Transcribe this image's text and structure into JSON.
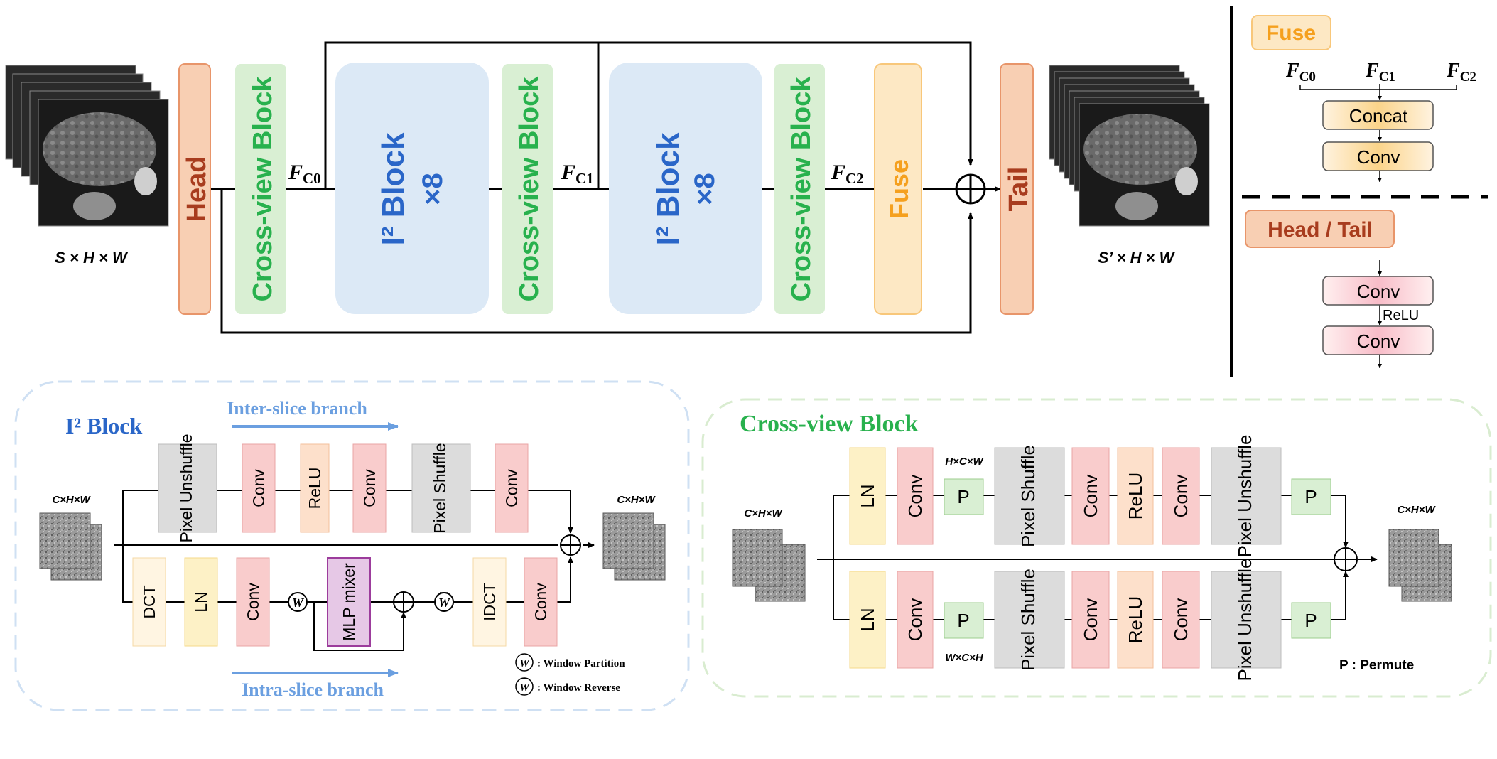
{
  "top": {
    "head_label": "Head",
    "tail_label": "Tail",
    "cross_view_label": "Cross-view Block",
    "i2_block_label": "I² Block",
    "i2_block_repeat": "×8",
    "fuse_label": "Fuse",
    "fc0": "F",
    "fc0_sub": "C0",
    "fc1": "F",
    "fc1_sub": "C1",
    "fc2": "F",
    "fc2_sub": "C2",
    "input_dims": "S × H × W",
    "output_dims": "S’ × H × W"
  },
  "legend": {
    "fuse_title": "Fuse",
    "fc0": "F",
    "fc0_sub": "C0",
    "fc1": "F",
    "fc1_sub": "C1",
    "fc2": "F",
    "fc2_sub": "C2",
    "concat": "Concat",
    "conv": "Conv",
    "headtail_title": "Head / Tail",
    "relu": "ReLU"
  },
  "i2": {
    "title": "I² Block",
    "inter_branch": "Inter-slice branch",
    "intra_branch": "Intra-slice branch",
    "dims_in": "C×H×W",
    "dims_out": "C×H×W",
    "inter_blocks": [
      "Pixel Unshuffle",
      "Conv",
      "ReLU",
      "Conv",
      "Pixel Shuffle",
      "Conv"
    ],
    "intra_blocks": [
      "DCT",
      "LN",
      "Conv",
      "MLP mixer",
      "IDCT",
      "Conv"
    ],
    "w_symbol": "W",
    "window_partition": ": Window Partition",
    "window_reverse": ": Window Reverse"
  },
  "cv": {
    "title": "Cross-view Block",
    "dims_in": "C×H×W",
    "dims_out": "C×H×W",
    "top_perm_dims": "H×C×W",
    "bottom_perm_dims": "W×C×H",
    "blocks": [
      "LN",
      "Conv",
      "P",
      "Pixel Shuffle",
      "Conv",
      "ReLU",
      "Conv",
      "Pixel Unshuffle",
      "P"
    ],
    "permute_note": "P : Permute"
  },
  "colors": {
    "orange_box": "#f8cfb3",
    "green_box": "#d9efd3",
    "blue_box": "#dce9f6",
    "fuse_box": "#fde8c4",
    "red_box": "#f9cccc",
    "gray_box": "#dcdcdc",
    "yellow_box": "#fdf1c6",
    "purple_box": "#e6c8e6",
    "blue_text": "#2a66c8",
    "green_text": "#28b14d",
    "orange_text": "#f5a01e",
    "darkred_text": "#a83c1e"
  }
}
